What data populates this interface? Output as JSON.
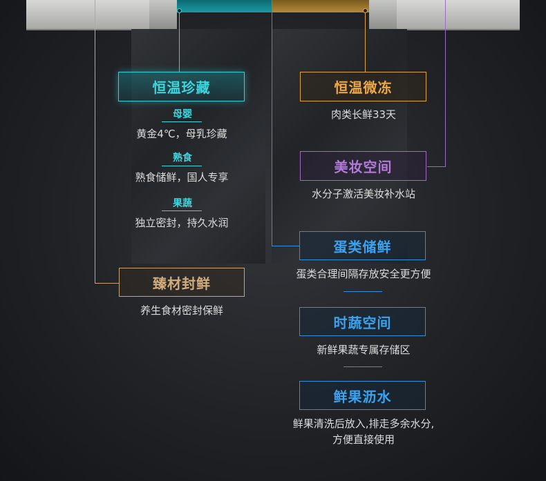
{
  "features": {
    "constant_temp": {
      "title": "恒温珍藏"
    },
    "baby": {
      "title": "母婴",
      "desc": "黄金4℃，母乳珍藏"
    },
    "cooked": {
      "title": "熟食",
      "desc": "熟食储鲜，国人专享"
    },
    "fruitveg": {
      "title": "果蔬",
      "desc": "独立密封，持久水润"
    },
    "premium": {
      "title": "臻材封鲜",
      "desc": "养生食材密封保鲜"
    },
    "microfreeze": {
      "title": "恒温微冻",
      "desc": "肉类长鲜33天"
    },
    "beauty": {
      "title": "美妆空间",
      "desc": "水分子激活美妆补水站"
    },
    "egg": {
      "title": "蛋类储鲜",
      "desc": "蛋类合理间隔存放安全更方便"
    },
    "veg": {
      "title": "时蔬空间",
      "desc": "新鲜果蔬专属存储区"
    },
    "drain": {
      "title": "鲜果沥水",
      "desc_line1": "鲜果清洗后放入,排走多余水分,",
      "desc_line2": "方便直接使用"
    }
  },
  "colors": {
    "cyan": "#2fd0d6",
    "gold": "#e0a23a",
    "purple": "#a068c8",
    "blue": "#2e90d8",
    "tan": "#c9a574"
  }
}
